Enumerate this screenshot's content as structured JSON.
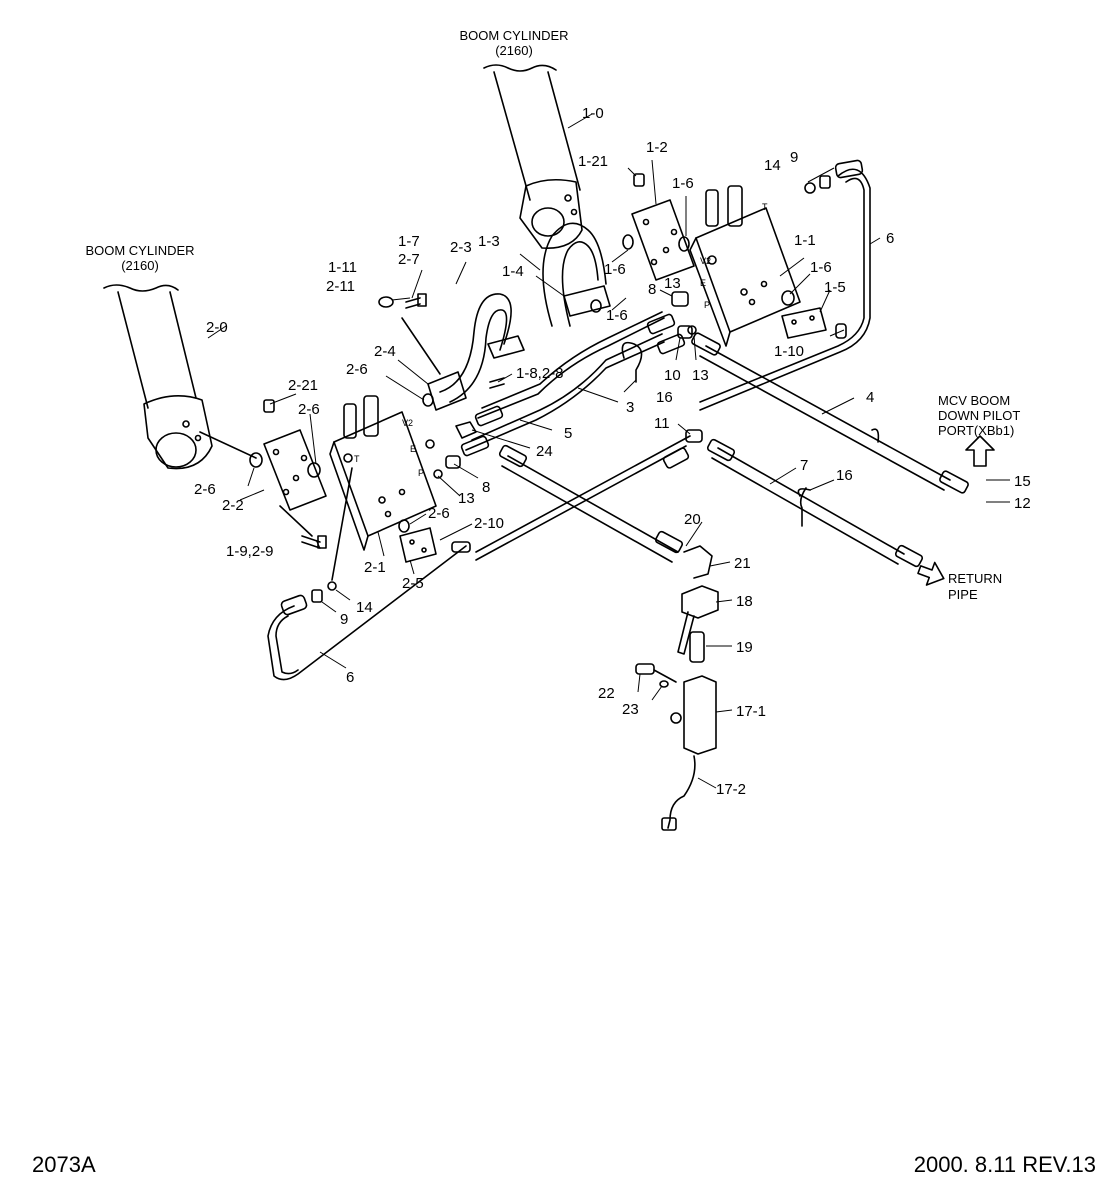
{
  "callouts": {
    "boom_cyl_top_line1": "BOOM CYLINDER",
    "boom_cyl_top_line2": "(2160)",
    "boom_cyl_left_line1": "BOOM CYLINDER",
    "boom_cyl_left_line2": "(2160)",
    "mcv_line1": "MCV BOOM",
    "mcv_line2": "DOWN PILOT",
    "mcv_line3": "PORT(XBb1)",
    "return_line1": "RETURN",
    "return_line2": "PIPE"
  },
  "part_labels": [
    {
      "id": "p1-0",
      "text": "1-0"
    },
    {
      "id": "p1-2",
      "text": "1-2"
    },
    {
      "id": "p1-21",
      "text": "1-21"
    },
    {
      "id": "p1-6a",
      "text": "1-6"
    },
    {
      "id": "p14a",
      "text": "14"
    },
    {
      "id": "p9a",
      "text": "9"
    },
    {
      "id": "p6a",
      "text": "6"
    },
    {
      "id": "p1-1",
      "text": "1-1"
    },
    {
      "id": "p1-6b",
      "text": "1-6"
    },
    {
      "id": "p1-5",
      "text": "1-5"
    },
    {
      "id": "p1-10",
      "text": "1-10"
    },
    {
      "id": "p1-3",
      "text": "1-3"
    },
    {
      "id": "p1-4",
      "text": "1-4"
    },
    {
      "id": "p1-6c",
      "text": "1-6"
    },
    {
      "id": "p1-6d",
      "text": "1-6"
    },
    {
      "id": "p8a",
      "text": "8"
    },
    {
      "id": "p13a",
      "text": "13"
    },
    {
      "id": "p1-7",
      "text": "1-7"
    },
    {
      "id": "p2-7",
      "text": "2-7"
    },
    {
      "id": "p2-3",
      "text": "2-3"
    },
    {
      "id": "p1-11",
      "text": "1-11"
    },
    {
      "id": "p2-11",
      "text": "2-11"
    },
    {
      "id": "p2-0",
      "text": "2-0"
    },
    {
      "id": "p2-4",
      "text": "2-4"
    },
    {
      "id": "p2-6a",
      "text": "2-6"
    },
    {
      "id": "p1-8",
      "text": "1-8,2-8"
    },
    {
      "id": "p2-21",
      "text": "2-21"
    },
    {
      "id": "p2-6b",
      "text": "2-6"
    },
    {
      "id": "p16a",
      "text": "16"
    },
    {
      "id": "p10",
      "text": "10"
    },
    {
      "id": "p13b",
      "text": "13"
    },
    {
      "id": "p3",
      "text": "3"
    },
    {
      "id": "p4",
      "text": "4"
    },
    {
      "id": "p5",
      "text": "5"
    },
    {
      "id": "p11",
      "text": "11"
    },
    {
      "id": "p24",
      "text": "24"
    },
    {
      "id": "p8b",
      "text": "8"
    },
    {
      "id": "p13c",
      "text": "13"
    },
    {
      "id": "p2-6c",
      "text": "2-6"
    },
    {
      "id": "p2-2",
      "text": "2-2"
    },
    {
      "id": "p7",
      "text": "7"
    },
    {
      "id": "p16b",
      "text": "16"
    },
    {
      "id": "p15",
      "text": "15"
    },
    {
      "id": "p12",
      "text": "12"
    },
    {
      "id": "p2-6d",
      "text": "2-6"
    },
    {
      "id": "p2-10",
      "text": "2-10"
    },
    {
      "id": "p1-9",
      "text": "1-9,2-9"
    },
    {
      "id": "p2-1",
      "text": "2-1"
    },
    {
      "id": "p2-5",
      "text": "2-5"
    },
    {
      "id": "p20",
      "text": "20"
    },
    {
      "id": "p21",
      "text": "21"
    },
    {
      "id": "p14b",
      "text": "14"
    },
    {
      "id": "p9b",
      "text": "9"
    },
    {
      "id": "p18",
      "text": "18"
    },
    {
      "id": "p19",
      "text": "19"
    },
    {
      "id": "p6b",
      "text": "6"
    },
    {
      "id": "p22",
      "text": "22"
    },
    {
      "id": "p23",
      "text": "23"
    },
    {
      "id": "p17-1",
      "text": "17-1"
    },
    {
      "id": "p17-2",
      "text": "17-2"
    }
  ],
  "block_marks": [
    {
      "id": "m-t1",
      "text": "T"
    },
    {
      "id": "m-v2a",
      "text": "V2"
    },
    {
      "id": "m-ea",
      "text": "E"
    },
    {
      "id": "m-pa",
      "text": "P"
    },
    {
      "id": "m-t2",
      "text": "T"
    },
    {
      "id": "m-v2b",
      "text": "V2"
    },
    {
      "id": "m-eb",
      "text": "E"
    },
    {
      "id": "m-pb",
      "text": "P"
    }
  ],
  "footer": {
    "drawing_number": "2073A",
    "revision": "2000. 8.11 REV.13"
  }
}
